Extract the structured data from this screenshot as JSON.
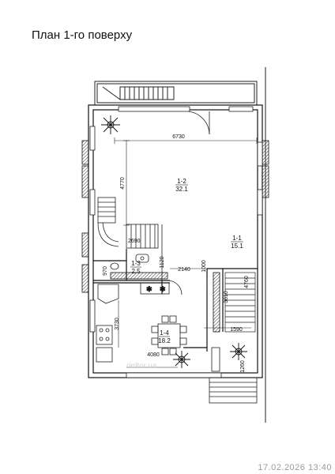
{
  "title": "План 1-го поверху",
  "timestamp": "17.02.2026 13:40",
  "watermark": "rieltor.ua",
  "rooms": [
    {
      "id": "1-1",
      "area": "15.1"
    },
    {
      "id": "1-2",
      "area": "32.1"
    },
    {
      "id": "1-3",
      "area": "2.5"
    },
    {
      "id": "1-4",
      "area": "18.2"
    }
  ],
  "dimensions": {
    "width_top": "6730",
    "height_left": "4770",
    "stair_upper": "2690",
    "small_970": "970",
    "small_1120": "1120",
    "corridor": "2140",
    "corridor_height": "1000",
    "stair_right_a": "3610",
    "stair_right_b": "4760",
    "kitchen_height": "3730",
    "kitchen_width": "4080",
    "entrance_width": "1590",
    "entrance_depth": "1260"
  },
  "colors": {
    "wall": "#111111",
    "hatch": "#444444",
    "line": "#222222"
  }
}
